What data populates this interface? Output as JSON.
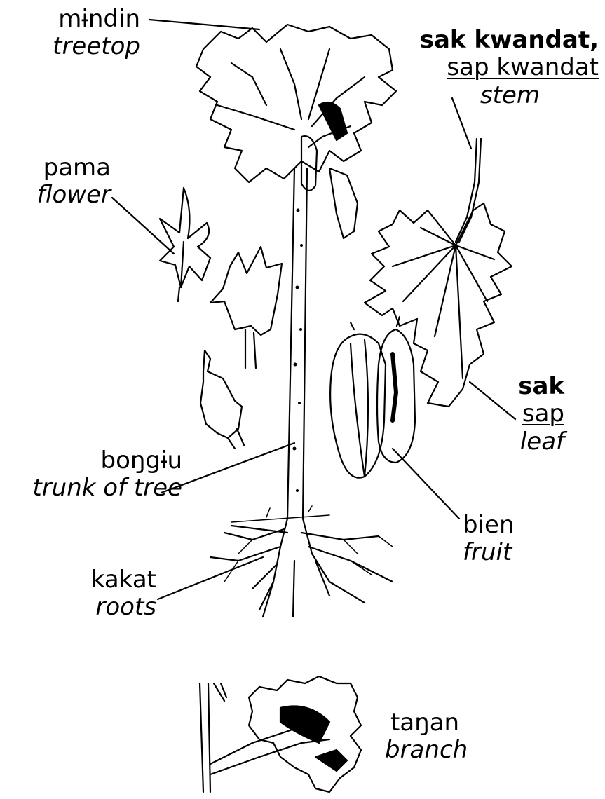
{
  "labels": {
    "treetop": {
      "local": "mɨndin",
      "english": "treetop"
    },
    "flower": {
      "local": "pama",
      "english": "flower"
    },
    "trunk": {
      "local": "boŋgɨu",
      "english": "trunk of tree"
    },
    "roots": {
      "local": "kakat",
      "english": "roots"
    },
    "stem": {
      "local": "sak kwandat,",
      "local_alt": "sap kwandat",
      "english": "stem"
    },
    "leaf": {
      "local": "sak",
      "local_alt": "sap",
      "english": "leaf"
    },
    "fruit": {
      "local": "bien",
      "english": "fruit"
    },
    "branch": {
      "local": "taŋan",
      "english": "branch"
    }
  }
}
